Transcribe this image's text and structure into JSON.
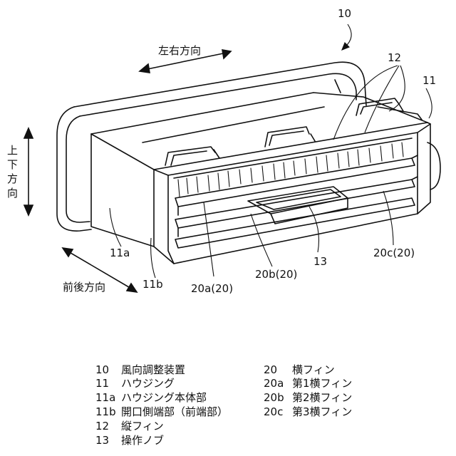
{
  "diagram": {
    "labels": {
      "ref_10": "10",
      "ref_12": "12",
      "ref_11": "11",
      "ref_11a": "11a",
      "ref_11b": "11b",
      "ref_13": "13",
      "ref_20a": "20a(20)",
      "ref_20b": "20b(20)",
      "ref_20c": "20c(20)"
    },
    "directions": {
      "left_right": "左右方向",
      "up_down": [
        "上",
        "下",
        "方",
        "向"
      ],
      "front_back": "前後方向"
    }
  },
  "legend": {
    "left": [
      {
        "code": "10",
        "name": "風向調整装置"
      },
      {
        "code": "11",
        "name": "ハウジング"
      },
      {
        "code": "11a",
        "name": "ハウジング本体部"
      },
      {
        "code": "11b",
        "name": "開口側端部（前端部）"
      },
      {
        "code": "12",
        "name": "縦フィン"
      },
      {
        "code": "13",
        "name": "操作ノブ"
      }
    ],
    "right": [
      {
        "code": "20",
        "name": "横フィン"
      },
      {
        "code": "20a",
        "name": "第1横フィン"
      },
      {
        "code": "20b",
        "name": "第2横フィン"
      },
      {
        "code": "20c",
        "name": "第3横フィン"
      }
    ]
  }
}
